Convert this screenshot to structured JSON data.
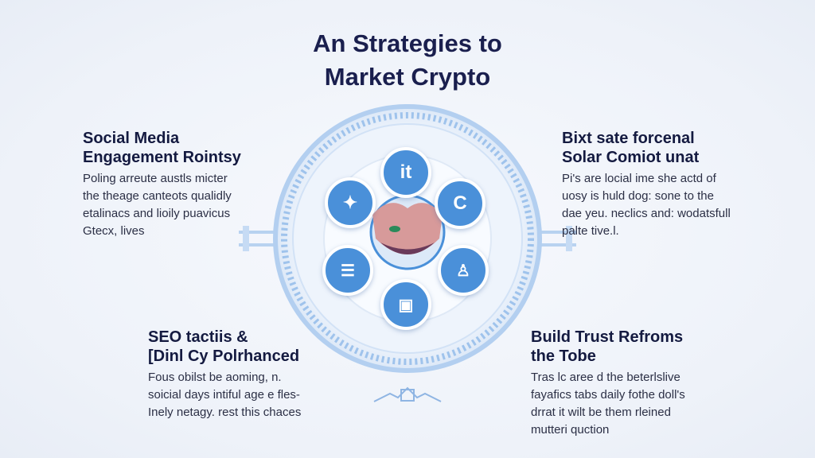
{
  "title": {
    "line1": "An Strategies to",
    "line2": "Market Crypto"
  },
  "sections": [
    {
      "heading_line1": "Social Media",
      "heading_line2": "Engagement Rointsy",
      "body": [
        "Poling arreute austls micter",
        "the theage canteots qualidly",
        "etalinacs and lioily puavicus",
        "Gtecx, lives"
      ]
    },
    {
      "heading_line1": "Bixt sate forcenal",
      "heading_line2": "Solar Comiot unat",
      "body": [
        "Pi's are locial ime she actd of",
        "uosy is huld dog: sone to the",
        "dae yeu. neclics and: wodatsfull",
        "palte tive.l."
      ]
    },
    {
      "heading_line1": "SEO tactiis &",
      "heading_line2": "[Dinl Cy Polrhanced",
      "body": [
        "Fous obilst be aoming, n.",
        "soicial days intiful age e fles-",
        "Inely netagy. rest this chaces"
      ]
    },
    {
      "heading_line1": "Build Trust Refroms",
      "heading_line2": "the Tobe",
      "body": [
        "Tras lc aree d the beterlslive",
        "fayafics tabs daily fothe doll's",
        "drrat it wilt be them rleined",
        "mutteri quction"
      ]
    }
  ],
  "center_icons": {
    "top_label": "it",
    "right_label": "C"
  },
  "colors": {
    "accent": "#4a90d9",
    "ring": "#a9c8ee",
    "text": "#1a1f4e"
  }
}
